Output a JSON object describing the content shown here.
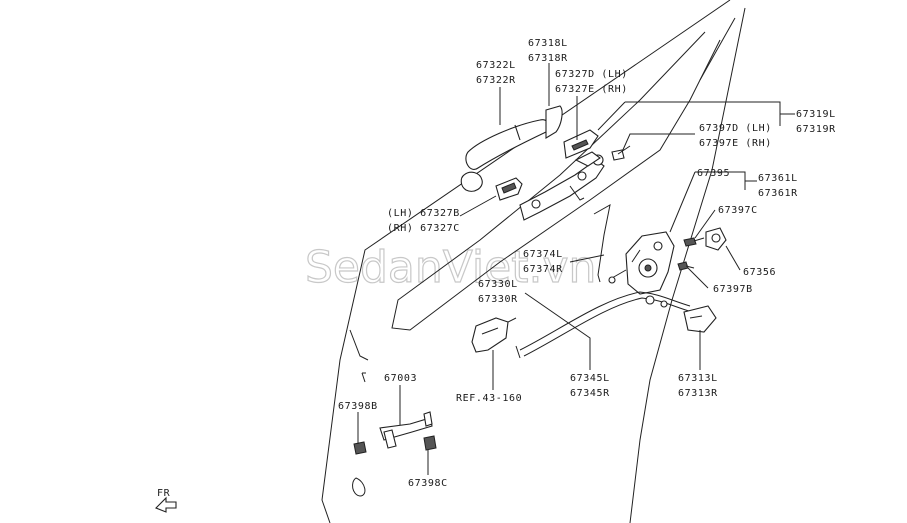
{
  "watermark": "SedanViet.vn",
  "labels": {
    "p67318": [
      "67318L",
      "67318R"
    ],
    "p67322": [
      "67322L",
      "67322R"
    ],
    "p67327de": [
      "67327D (LH)",
      "67327E (RH)"
    ],
    "p67319": [
      "67319L",
      "67319R"
    ],
    "p67397de": [
      "67397D (LH)",
      "67397E (RH)"
    ],
    "p67395": "67395",
    "p67361": [
      "67361L",
      "67361R"
    ],
    "p67397c": "67397C",
    "p67327bc": [
      "(LH) 67327B",
      "(RH) 67327C"
    ],
    "p67374": [
      "67374L",
      "67374R"
    ],
    "p67356": "67356",
    "p67330": [
      "67330L",
      "67330R"
    ],
    "p67397b": "67397B",
    "ref": "REF.43-160",
    "p67345": [
      "67345L",
      "67345R"
    ],
    "p67313": [
      "67313L",
      "67313R"
    ],
    "p67003": "67003",
    "p67398b": "67398B",
    "p67398c": "67398C",
    "fr": "FR"
  }
}
